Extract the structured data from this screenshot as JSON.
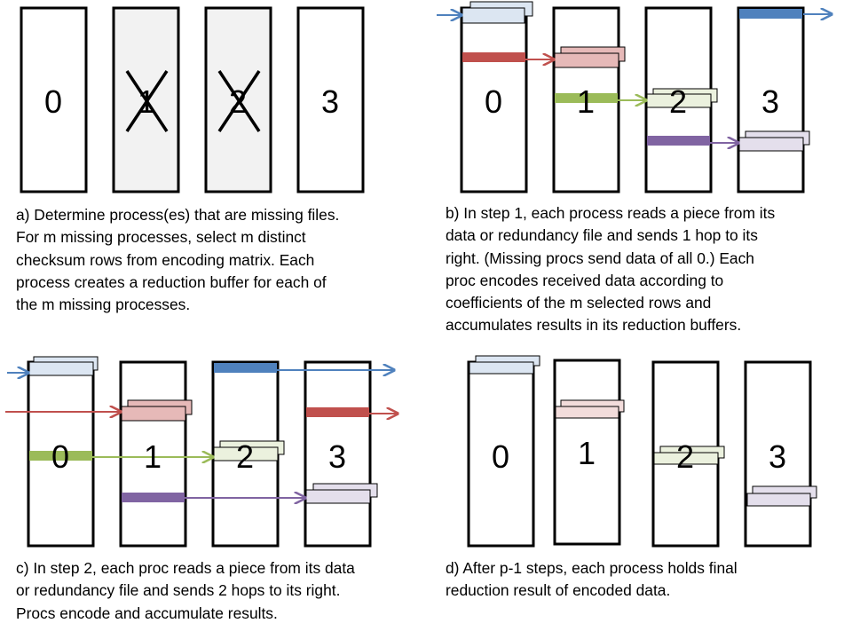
{
  "panels": [
    {
      "processes": [
        "0",
        "1",
        "2",
        "3"
      ],
      "missing": [
        1,
        2
      ],
      "caption_lines": [
        "a) Determine process(es)  that are missing files.",
        "For m missing processes,  select m distinct",
        "checksum rows from encoding matrix. Each",
        "process creates a reduction buffer for each of",
        "the m missing processes."
      ]
    },
    {
      "processes": [
        "0",
        "1",
        "2",
        "3"
      ],
      "caption_lines": [
        "b) In step 1, each process reads a piece from its",
        "data or redundancy file and sends 1 hop to its",
        "right. (Missing procs send data of all 0.)  Each",
        "proc encodes received data according to",
        "coefficients of the m selected rows and",
        "accumulates results in its reduction buffers."
      ]
    },
    {
      "processes": [
        "0",
        "1",
        "2",
        "3"
      ],
      "caption_lines": [
        "c) In step 2, each proc reads a piece from its data",
        "or redundancy file and sends 2 hops to its right.",
        "Procs encode and accumulate results."
      ]
    },
    {
      "processes": [
        "0",
        "1",
        "2",
        "3"
      ],
      "caption_lines": [
        "d) After p-1 steps, each process holds final",
        "reduction result of encoded data."
      ]
    }
  ],
  "colors": {
    "blue": "#4f81bd",
    "red": "#c0504d",
    "green": "#9bbb59",
    "purple": "#8064a2",
    "blue_light": "#dce6f2",
    "red_light": "#e6b9b8",
    "green_light": "#ebf1de",
    "purple_light": "#e4dfec",
    "missing_fill": "#f2f2f2"
  }
}
